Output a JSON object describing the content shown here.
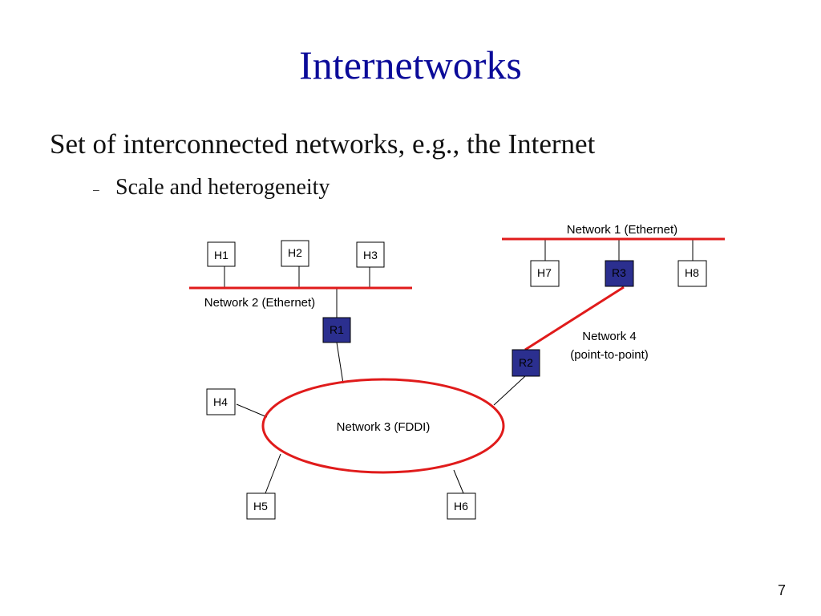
{
  "slide": {
    "title": "Internetworks",
    "bullet_main": "Set of interconnected networks, e.g., the Internet",
    "bullet_sub": "Scale and heterogeneity",
    "bullet_sub_marker": "–",
    "page_number": "7"
  },
  "diagram": {
    "networks": {
      "net1": "Network 1 (Ethernet)",
      "net2": "Network 2 (Ethernet)",
      "net3": "Network 3 (FDDI)",
      "net4_line1": "Network 4",
      "net4_line2": "(point-to-point)"
    },
    "hosts": {
      "h1": "H1",
      "h2": "H2",
      "h3": "H3",
      "h4": "H4",
      "h5": "H5",
      "h6": "H6",
      "h7": "H7",
      "h8": "H8"
    },
    "routers": {
      "r1": "R1",
      "r2": "R2",
      "r3": "R3"
    },
    "colors": {
      "title": "#0b0b99",
      "network_link": "#e01b1b",
      "router_fill": "#2b2f8f",
      "node_border": "#000000"
    }
  }
}
